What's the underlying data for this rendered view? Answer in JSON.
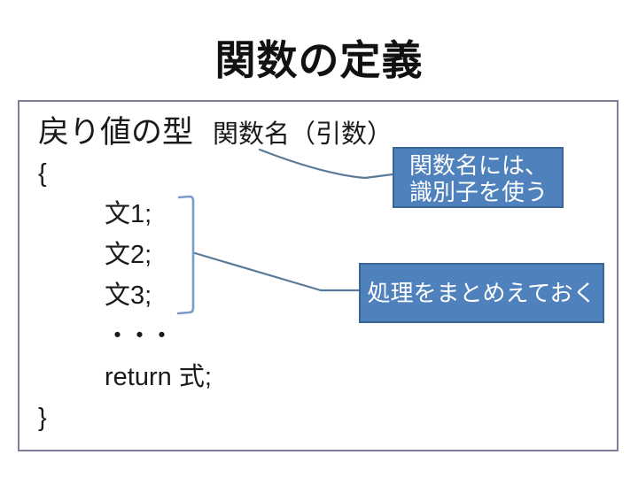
{
  "slide": {
    "title": "関数の定義"
  },
  "code": {
    "return_type": "戻り値の型",
    "signature": "関数名（引数）",
    "open_brace": "{",
    "statements": [
      "文1;",
      "文2;",
      "文3;"
    ],
    "ellipsis": "・・・",
    "return_statement": "return 式;",
    "close_brace": "}"
  },
  "callouts": [
    {
      "lines": [
        "関数名には、",
        "識別子を使う"
      ]
    },
    {
      "lines": [
        "処理をまとめえておく"
      ]
    }
  ],
  "colors": {
    "title_color": "#111111",
    "code_color": "#1a1a1a",
    "frame_border": "#857b99",
    "callout_fill": "#4f81bd",
    "callout_border": "#3a6595",
    "callout_text": "#ffffff",
    "connector": "#5a7a99",
    "bracket": "#7b9cc8"
  }
}
